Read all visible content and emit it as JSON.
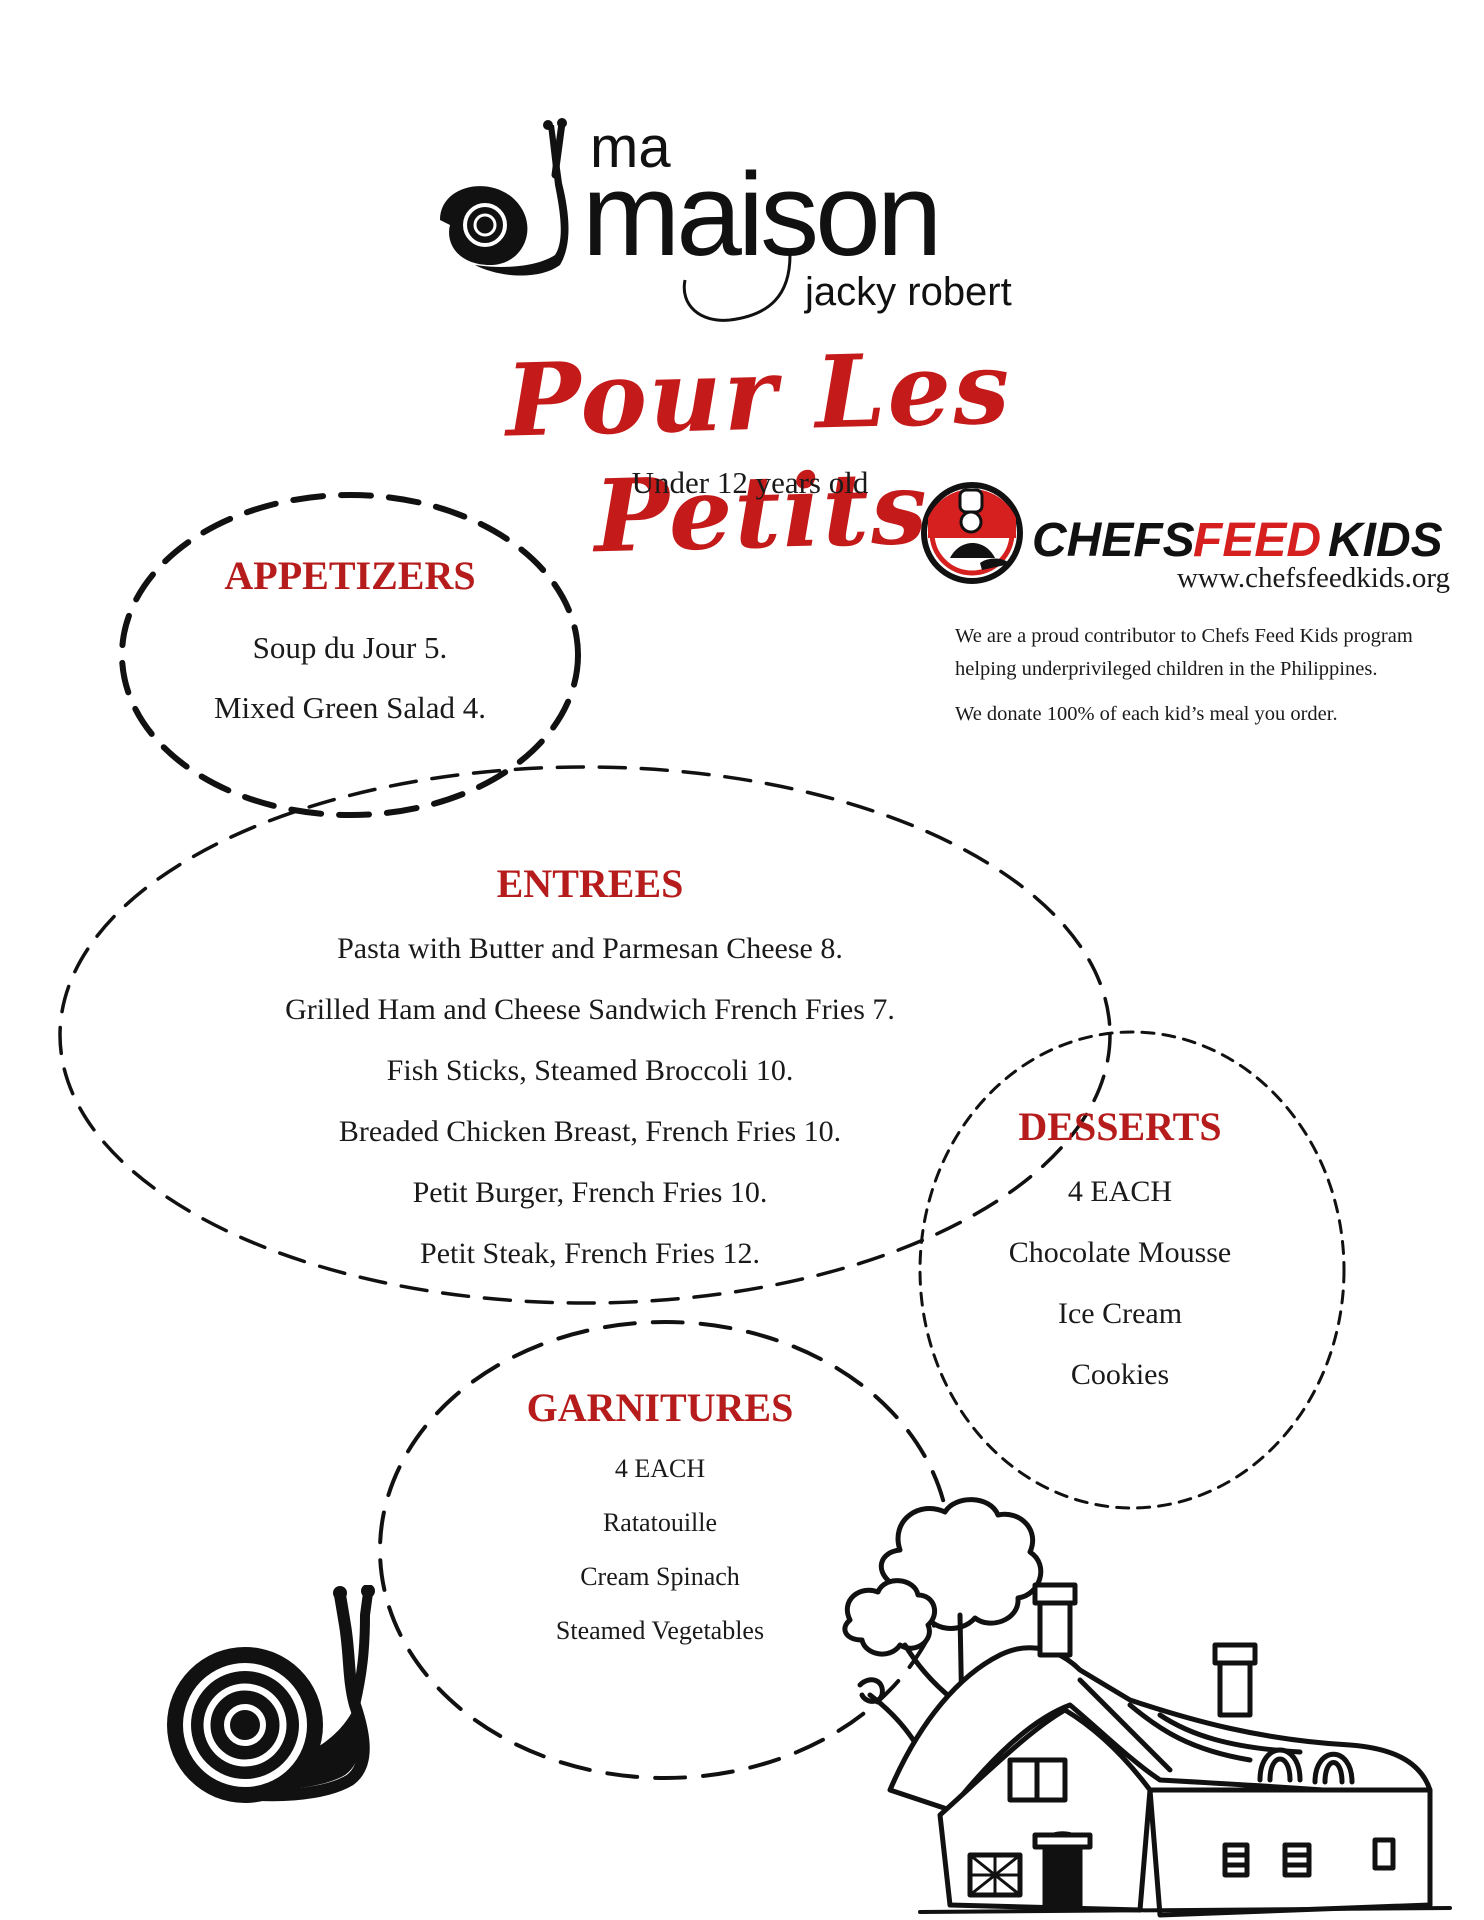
{
  "logo": {
    "line1": "ma",
    "line2": "maison",
    "line3": "jacky robert"
  },
  "title": "Pour Les Petits",
  "subtitle": "Under 12 years old",
  "chefs_feed_kids": {
    "logo_words": [
      "CHEFS",
      "FEED",
      "KIDS"
    ],
    "url": "www.chefsfeedkids.org",
    "paragraphs": [
      "We are a proud contributor to Chefs Feed Kids program helping underprivileged children in the Philippines.",
      "We donate 100% of each kid’s meal you order."
    ]
  },
  "sections": {
    "appetizers": {
      "title": "APPETIZERS",
      "items": [
        "Soup du Jour 5.",
        "Mixed Green Salad 4."
      ]
    },
    "entrees": {
      "title": "ENTREES",
      "items": [
        "Pasta with Butter and Parmesan Cheese 8.",
        "Grilled Ham and Cheese Sandwich French Fries 7.",
        "Fish Sticks, Steamed Broccoli 10.",
        "Breaded Chicken Breast, French Fries 10.",
        "Petit Burger, French Fries 10.",
        "Petit Steak,  French Fries 12."
      ]
    },
    "desserts": {
      "title": "DESSERTS",
      "items": [
        "4 EACH",
        "Chocolate Mousse",
        "Ice Cream",
        "Cookies"
      ]
    },
    "garnitures": {
      "title": "GARNITURES",
      "items": [
        "4 EACH",
        "Ratatouille",
        "Cream Spinach",
        "Steamed Vegetables"
      ]
    }
  },
  "colors": {
    "accent_red": "#b71c1c",
    "title_red": "#c41a1a",
    "text": "#1a1a1a"
  },
  "icons": [
    "snail-icon",
    "chef-icon",
    "cottage-icon",
    "tree-icon"
  ]
}
